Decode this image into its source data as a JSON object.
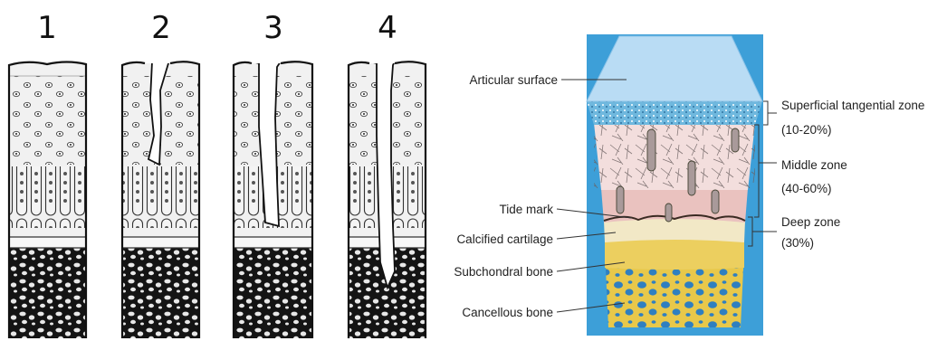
{
  "grades": {
    "g1": "1",
    "g2": "2",
    "g3": "3",
    "g4": "4"
  },
  "cartilage_labels": {
    "articular_surface": "Articular surface",
    "tide_mark": "Tide mark",
    "calcified_cartilage": "Calcified cartilage",
    "subchondral_bone": "Subchondral bone",
    "cancellous_bone": "Cancellous bone"
  },
  "zones": {
    "superficial_name": "Superficial tangential zone",
    "superficial_pct": "(10-20%)",
    "middle_name": "Middle zone",
    "middle_pct": "(40-60%)",
    "deep_name": "Deep zone",
    "deep_pct": "(30%)"
  },
  "colors": {
    "sky_blue": "#3d9fd8",
    "surface_top": "#b9dcf4",
    "superficial_band": "#6fb8de",
    "middle_zone": "#f3dedd",
    "deep_zone": "#eac2bf",
    "calcified": "#f2e8c6",
    "bone": "#e8c84a"
  }
}
